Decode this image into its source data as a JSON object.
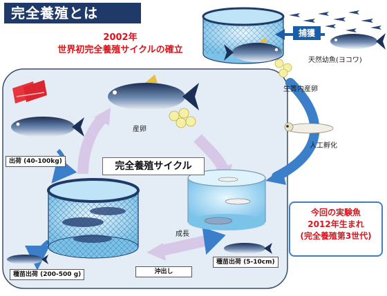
{
  "title": "完全養殖とは",
  "headline": {
    "year": "2002年",
    "subtitle": "世界初完全養殖サイクルの確立"
  },
  "cycle_title": "完全養殖サイクル",
  "steps": {
    "capture": "捕獲",
    "wild_juvenile": "天然幼魚(ヨコワ)",
    "spawning_in_pen": "生簀内産卵",
    "artificial_hatching": "人工孵化",
    "spawning": "産卵",
    "growth": "成長",
    "offshore_release": "沖出し",
    "shipment": "出荷 (40-100kg)",
    "seedling_shipment_large": "種苗出荷 (200-500 g)",
    "seedling_shipment_small": "種苗出荷 (5-10cm)"
  },
  "experiment_note": {
    "line1": "今回の実験魚",
    "line2": "2012年生まれ",
    "line3": "(完全養殖第3世代)"
  },
  "colors": {
    "banner": "#1f3a68",
    "headline_red": "#d9141b",
    "cycle_arrow": "#d8c8e8",
    "blue_arrow": "#3b7fcb",
    "panel": "#e4ecf5"
  },
  "icons": [
    "tuna-fish",
    "sashimi",
    "fishing-net-pen",
    "hatchery-tank",
    "fish-eggs",
    "larva"
  ]
}
